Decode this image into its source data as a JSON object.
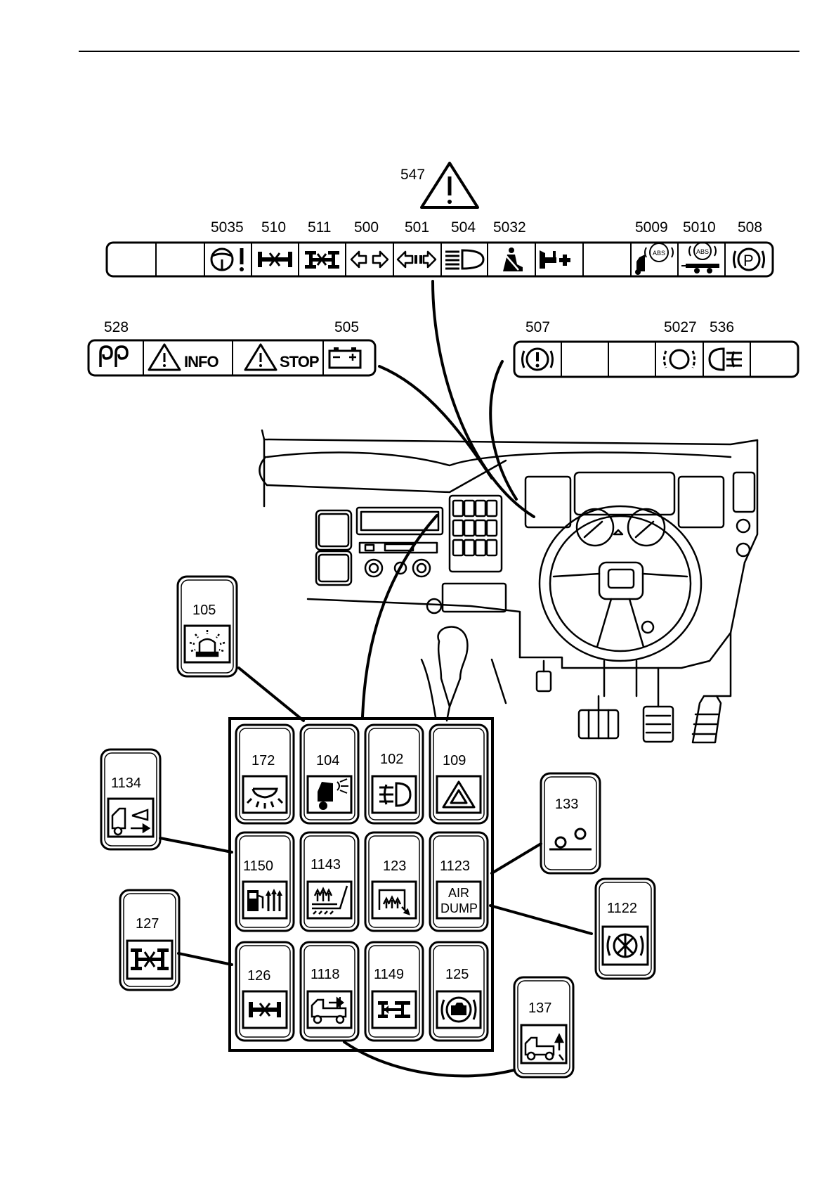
{
  "warning": {
    "number": "547"
  },
  "top_panel": {
    "numbers": [
      "5035",
      "510",
      "511",
      "500",
      "501",
      "504",
      "5032",
      "5009",
      "5010",
      "508"
    ],
    "icons": [
      "steering-warning-icon",
      "diff-lock-icon",
      "inter-axle-lock-icon",
      "turn-signal-trailer-icon",
      "turn-signal-icon",
      "high-beam-icon",
      "seatbelt-icon",
      "pto-icon",
      "abs-truck-icon",
      "abs-trailer-icon",
      "parking-brake-icon"
    ]
  },
  "left_panel": {
    "numbers": [
      "528",
      "505"
    ],
    "info_text": "INFO",
    "stop_text": "STOP",
    "icons": [
      "glow-plug-icon",
      "info-warning-icon",
      "stop-warning-icon",
      "battery-icon"
    ]
  },
  "right_panel": {
    "numbers": [
      "507",
      "5027",
      "536"
    ],
    "icons": [
      "brake-warning-icon",
      "brake-pad-icon",
      "rear-fog-icon"
    ]
  },
  "switches": {
    "s105": "105",
    "s172": "172",
    "s104": "104",
    "s102": "102",
    "s109": "109",
    "s1134": "1134",
    "s133": "133",
    "s1150": "1150",
    "s1143": "1143",
    "s123": "123",
    "s1123": "1123",
    "s1122": "1122",
    "s127": "127",
    "s126": "126",
    "s1118": "1118",
    "s1149": "1149",
    "s125": "125",
    "s137": "137",
    "air_dump_line1": "AIR",
    "air_dump_line2": "DUMP"
  }
}
